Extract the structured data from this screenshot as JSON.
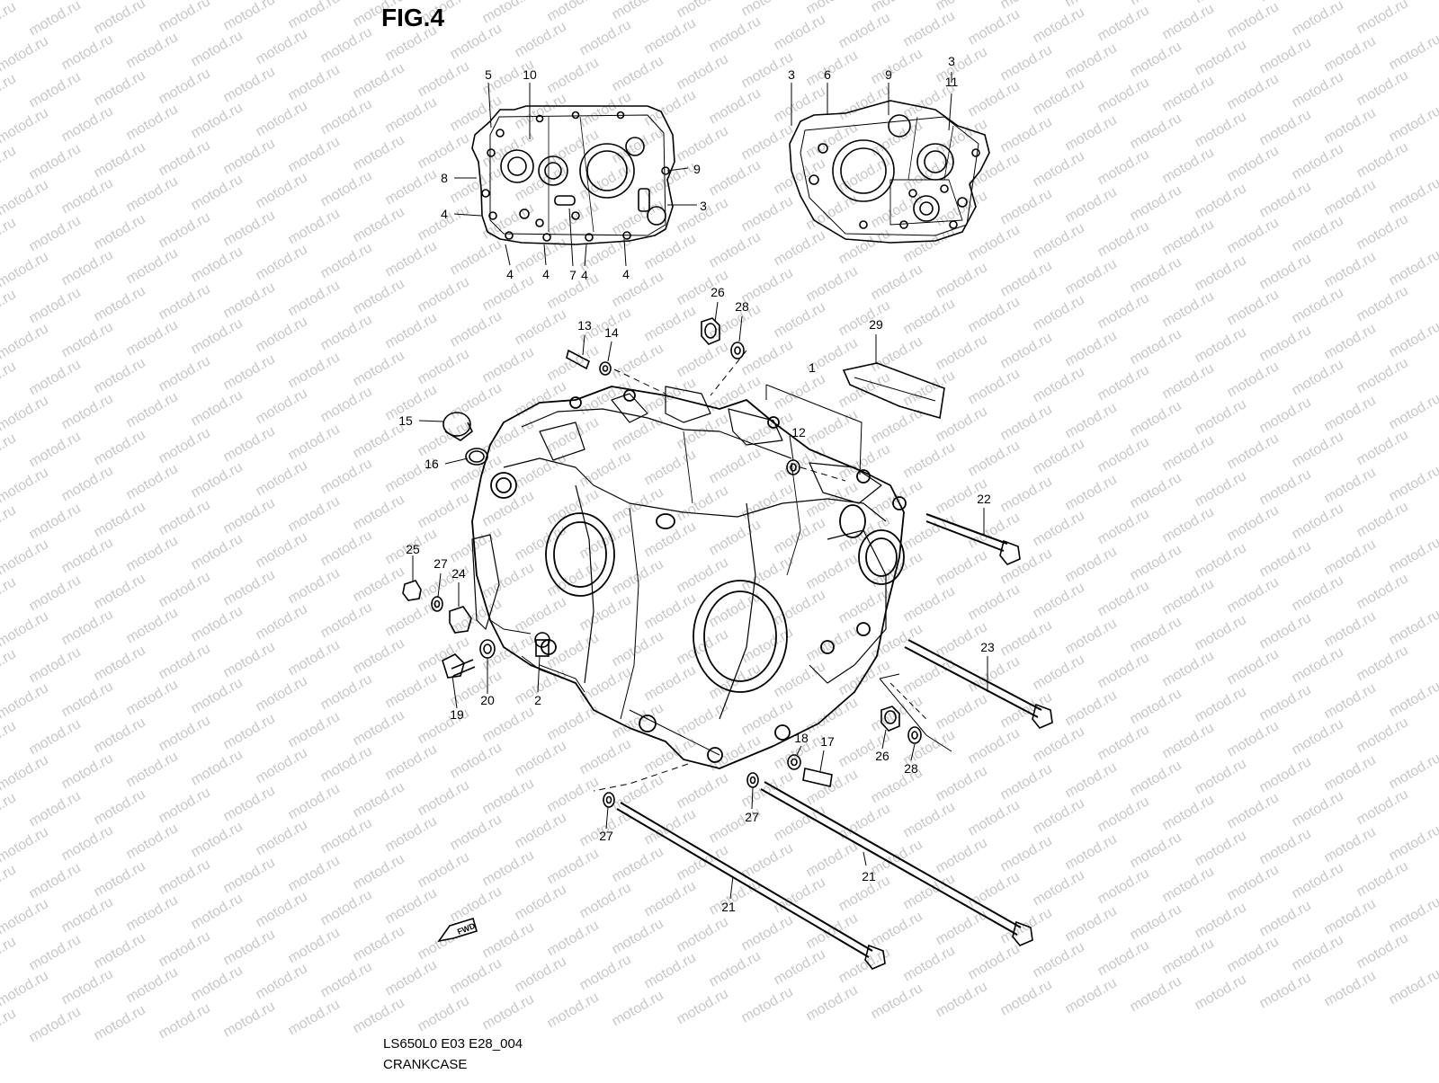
{
  "figure": {
    "title": "FIG.4",
    "code": "LS650L0 E03 E28_004",
    "name": "CRANKCASE",
    "fwd_label": "FWD",
    "watermark": "motod.ru"
  },
  "colors": {
    "line": "#000000",
    "watermark": "#c8c8c8"
  },
  "callouts": [
    "5",
    "10",
    "8",
    "4",
    "4",
    "4",
    "7",
    "4",
    "4",
    "9",
    "3",
    "3",
    "6",
    "9",
    "3",
    "11",
    "26",
    "28",
    "13",
    "14",
    "29",
    "1",
    "15",
    "12",
    "16",
    "22",
    "25",
    "27",
    "24",
    "23",
    "19",
    "20",
    "2",
    "18",
    "17",
    "26",
    "28",
    "27",
    "27",
    "21",
    "21"
  ]
}
